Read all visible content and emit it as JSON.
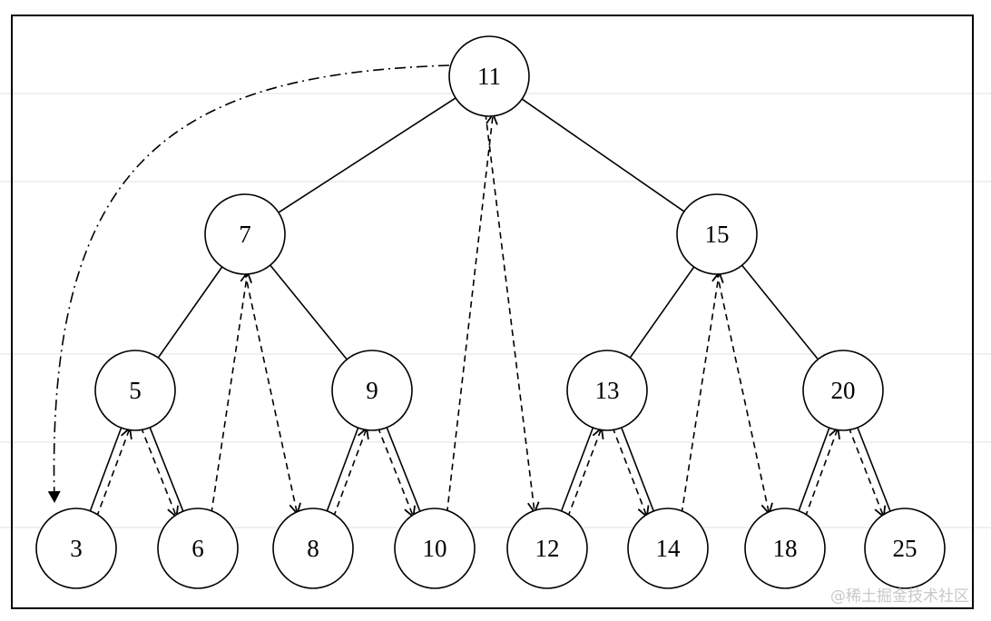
{
  "diagram": {
    "type": "binary-search-tree-inorder-traversal",
    "nodes": [
      {
        "id": "n11",
        "label": "11"
      },
      {
        "id": "n7",
        "label": "7"
      },
      {
        "id": "n15",
        "label": "15"
      },
      {
        "id": "n5",
        "label": "5"
      },
      {
        "id": "n9",
        "label": "9"
      },
      {
        "id": "n13",
        "label": "13"
      },
      {
        "id": "n20",
        "label": "20"
      },
      {
        "id": "n3",
        "label": "3"
      },
      {
        "id": "n6",
        "label": "6"
      },
      {
        "id": "n8",
        "label": "8"
      },
      {
        "id": "n10",
        "label": "10"
      },
      {
        "id": "n12",
        "label": "12"
      },
      {
        "id": "n14",
        "label": "14"
      },
      {
        "id": "n18",
        "label": "18"
      },
      {
        "id": "n25",
        "label": "25"
      }
    ],
    "edges": [
      [
        "n11",
        "n7"
      ],
      [
        "n11",
        "n15"
      ],
      [
        "n7",
        "n5"
      ],
      [
        "n7",
        "n9"
      ],
      [
        "n15",
        "n13"
      ],
      [
        "n15",
        "n20"
      ],
      [
        "n5",
        "n3"
      ],
      [
        "n5",
        "n6"
      ],
      [
        "n9",
        "n8"
      ],
      [
        "n9",
        "n10"
      ],
      [
        "n13",
        "n12"
      ],
      [
        "n13",
        "n14"
      ],
      [
        "n20",
        "n18"
      ],
      [
        "n20",
        "n25"
      ]
    ],
    "traversal_start": {
      "from": "n11",
      "to": "n3",
      "style": "dash-dot"
    },
    "traversal_arrows": [
      [
        "n3",
        "n5"
      ],
      [
        "n5",
        "n6"
      ],
      [
        "n6",
        "n7"
      ],
      [
        "n7",
        "n8"
      ],
      [
        "n8",
        "n9"
      ],
      [
        "n9",
        "n10"
      ],
      [
        "n10",
        "n11"
      ],
      [
        "n11",
        "n12"
      ],
      [
        "n12",
        "n13"
      ],
      [
        "n13",
        "n14"
      ],
      [
        "n14",
        "n15"
      ],
      [
        "n15",
        "n18"
      ],
      [
        "n18",
        "n20"
      ],
      [
        "n20",
        "n25"
      ]
    ]
  },
  "watermark": "@稀土掘金技术社区"
}
